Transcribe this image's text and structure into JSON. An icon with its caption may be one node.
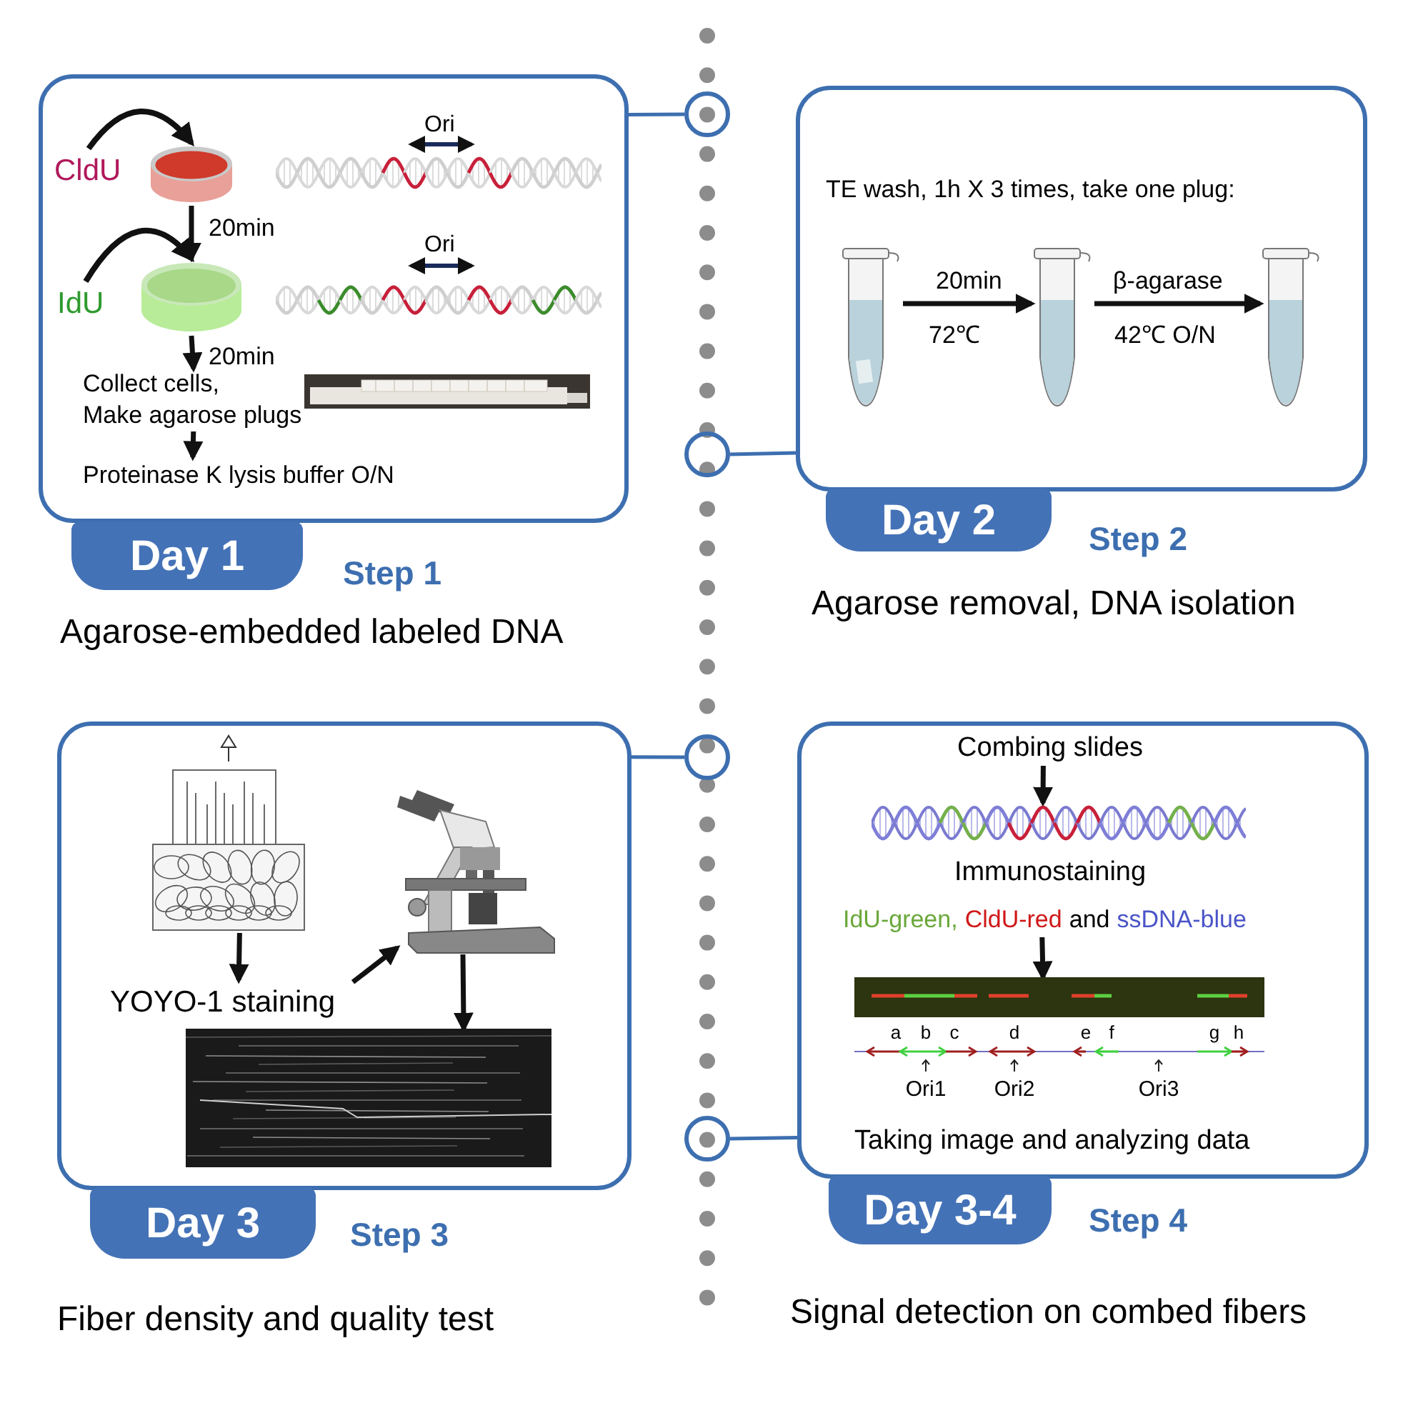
{
  "diagram": {
    "nodes": [
      {
        "text": [],
        "shape": "box"
      },
      {
        "text": [
          "CldU"
        ],
        "in": 0
      },
      {
        "text": [],
        "shape": "cylinder",
        "in": 0
      },
      {
        "text": [],
        "shape": "picture",
        "in": 0,
        "beside": [
          "Ori"
        ]
      },
      {
        "text": [
          "IdU"
        ],
        "in": 0
      },
      {
        "text": [],
        "shape": "cylinder",
        "in": 0
      },
      {
        "text": [],
        "shape": "picture",
        "in": 0,
        "beside": [
          "Ori"
        ]
      },
      {
        "text": [
          "Collect cells,",
          "Make agarose plugs"
        ],
        "in": 0
      },
      {
        "text": [],
        "shape": "picture",
        "in": 0
      },
      {
        "text": [
          "Proteinase K lysis buffer O/N"
        ],
        "in": 0
      },
      {
        "text": [
          "Day 1"
        ],
        "beside": [
          "Step 1",
          "Agarose-embedded labeled DNA"
        ]
      },
      {
        "text": [],
        "shape": "box"
      },
      {
        "text": [
          "TE wash, 1h X 3 times, take one plug:"
        ],
        "in": 11
      },
      {
        "text": [],
        "shape": "picture",
        "in": 11
      },
      {
        "text": [],
        "shape": "picture",
        "in": 11
      },
      {
        "text": [],
        "shape": "picture",
        "in": 11
      },
      {
        "text": [
          "Day 2"
        ],
        "beside": [
          "Step 2",
          "Agarose removal, DNA isolation"
        ]
      },
      {
        "text": [],
        "shape": "box"
      },
      {
        "text": [],
        "shape": "picture",
        "in": 17
      },
      {
        "text": [
          "YOYO-1 staining"
        ],
        "in": 17
      },
      {
        "text": [],
        "shape": "picture",
        "in": 17
      },
      {
        "text": [],
        "shape": "picture",
        "in": 17
      },
      {
        "text": [
          "Day 3"
        ],
        "beside": [
          "Step 3",
          "Fiber density and quality test"
        ]
      },
      {
        "text": [],
        "shape": "box"
      },
      {
        "text": [
          "Combing slides"
        ],
        "in": 23
      },
      {
        "text": [],
        "shape": "picture",
        "in": 23
      },
      {
        "text": [
          "Immunostaining"
        ],
        "in": 23
      },
      {
        "text": [
          "IdU-green,",
          "CldU-red",
          "and",
          "ssDNA-blue"
        ],
        "in": 23
      },
      {
        "text": [],
        "shape": "picture",
        "in": 23
      },
      {
        "text": [],
        "shape": "picture",
        "in": 23
      },
      {
        "text": [
          "Taking image and analyzing data"
        ],
        "in": 23
      },
      {
        "text": [
          "Day 3-4"
        ],
        "beside": [
          "Step 4",
          "Signal detection on combed fibers"
        ]
      },
      {
        "text": [],
        "shape": "circle"
      },
      {
        "text": [],
        "shape": "circle"
      },
      {
        "text": [],
        "shape": "circle"
      },
      {
        "text": [],
        "shape": "circle"
      }
    ],
    "edges": [
      {
        "from": 1,
        "to": 2,
        "arrow": "to"
      },
      {
        "from": 4,
        "to": 5,
        "arrow": "to"
      },
      {
        "from": 2,
        "to": 5,
        "arrow": "to",
        "label": "20min"
      },
      {
        "from": 5,
        "to": 7,
        "arrow": "to",
        "label": "20min"
      },
      {
        "from": 7,
        "to": 9,
        "arrow": "to"
      },
      {
        "from": 13,
        "to": 14,
        "arrow": "to",
        "label": "20min"
      },
      {
        "from": 14,
        "to": 15,
        "arrow": "to",
        "label": "β-agarase"
      },
      {
        "from": 18,
        "to": 19,
        "arrow": "to"
      },
      {
        "from": 19,
        "to": 20,
        "arrow": "to"
      },
      {
        "from": 20,
        "to": 21,
        "arrow": "to"
      },
      {
        "from": 24,
        "to": 25,
        "arrow": "to"
      },
      {
        "from": 27,
        "to": 28,
        "arrow": "to"
      },
      {
        "from": 0,
        "to": 32,
        "arrow": "none",
        "color": "#3d6fb0"
      },
      {
        "from": 11,
        "to": 33,
        "arrow": "none",
        "color": "#3d6fb0"
      },
      {
        "from": 17,
        "to": 34,
        "arrow": "none",
        "color": "#3d6fb0"
      },
      {
        "from": 23,
        "to": 35,
        "arrow": "none",
        "color": "#3d6fb0"
      }
    ],
    "labels": [
      "72℃",
      "42℃ O/N",
      "a",
      "b",
      "c",
      "d",
      "e",
      "f",
      "g",
      "h",
      "Ori1",
      "Ori2",
      "Ori3"
    ]
  }
}
